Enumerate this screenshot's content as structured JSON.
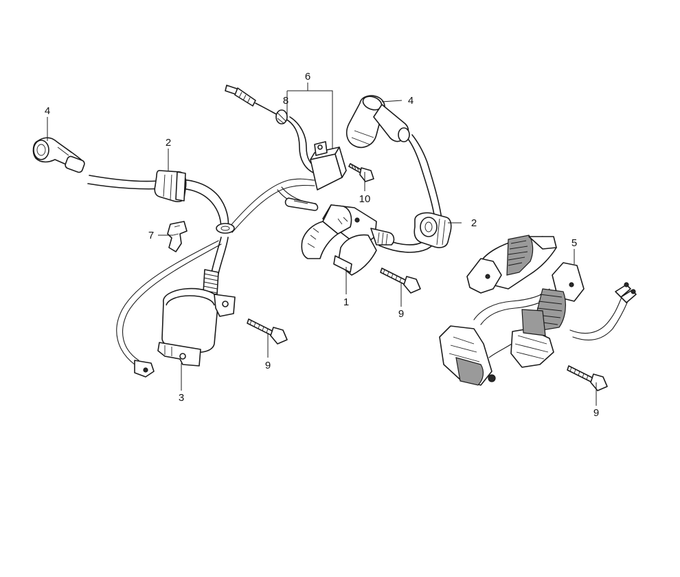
{
  "callouts": {
    "c1": "1",
    "c2a": "2",
    "c2b": "2",
    "c3": "3",
    "c4a": "4",
    "c4b": "4",
    "c5": "5",
    "c6": "6",
    "c7": "7",
    "c8": "8",
    "c9a": "9",
    "c9b": "9",
    "c9c": "9",
    "c10": "10"
  },
  "colors": {
    "ink": "#1a1a1a",
    "paper": "#ffffff"
  }
}
